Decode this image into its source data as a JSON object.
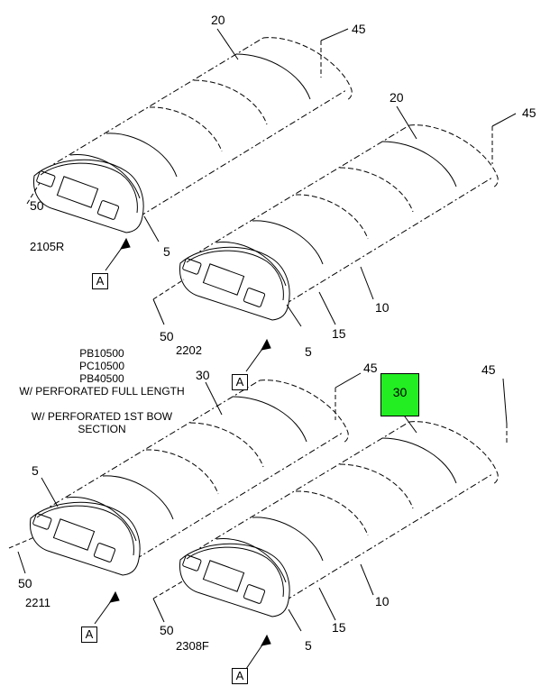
{
  "callouts": {
    "a": {
      "c20": "20",
      "c45": "45",
      "c50": "50",
      "c5": "5",
      "fig": "2105R",
      "ref": "A"
    },
    "b": {
      "c20": "20",
      "c45": "45",
      "c50": "50",
      "c5": "5",
      "c15": "15",
      "c10": "10",
      "fig": "2202",
      "ref": "A"
    },
    "c": {
      "c30": "30",
      "c45": "45",
      "c5": "5",
      "c50": "50",
      "fig": "2211",
      "ref": "A"
    },
    "d": {
      "c30": "30",
      "c45": "45",
      "c50": "50",
      "c5": "5",
      "c15": "15",
      "c10": "10",
      "fig": "2308F",
      "ref": "A"
    }
  },
  "notes": {
    "line1": "PB10500",
    "line2": "PC10500",
    "line3": "PB40500",
    "line4": "W/ PERFORATED FULL LENGTH",
    "line5": "W/ PERFORATED 1ST BOW",
    "line6": "SECTION"
  },
  "highlight_color": "#22ee22"
}
